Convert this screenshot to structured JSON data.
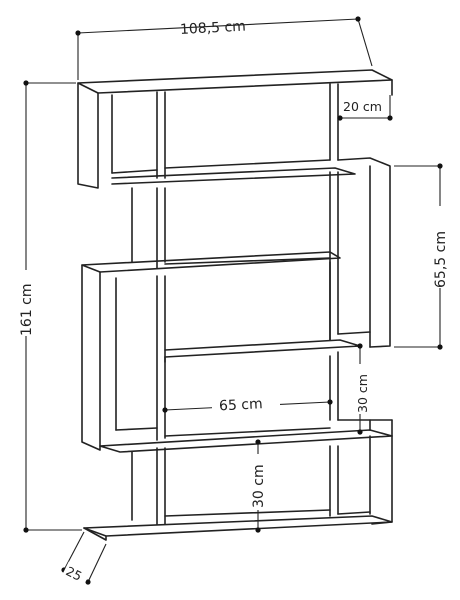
{
  "dimensions": {
    "width": "108,5 cm",
    "height": "161 cm",
    "side_height": "65,5 cm",
    "depth_top": "20 cm",
    "inner_width": "65 cm",
    "shelf_gap_right": "30 cm",
    "shelf_gap_bottom": "30 cm",
    "base_depth": "25"
  },
  "colors": {
    "line": "#222222",
    "background": "#ffffff"
  }
}
